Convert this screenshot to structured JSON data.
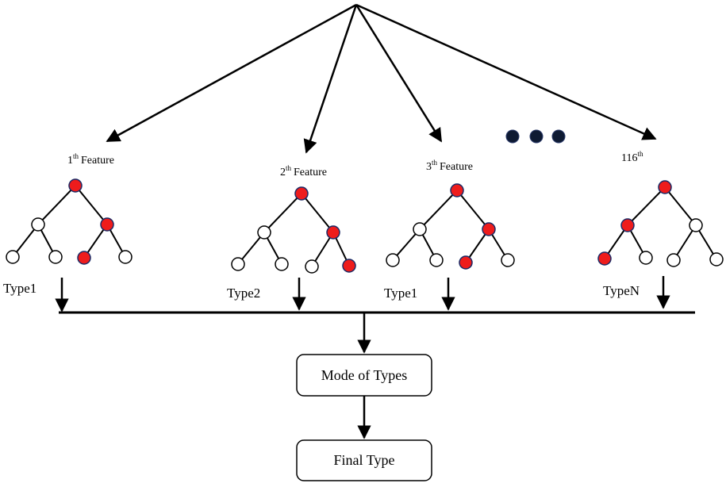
{
  "trees": [
    {
      "feature": {
        "num": "1",
        "sup": "th",
        "label": "Feature"
      },
      "type_label": "Type1",
      "nodes": [
        "red",
        "white",
        "red",
        "white",
        "white",
        "red",
        "white"
      ]
    },
    {
      "feature": {
        "num": "2",
        "sup": "th",
        "label": "Feature"
      },
      "type_label": "Type2",
      "nodes": [
        "red",
        "white",
        "red",
        "white",
        "white",
        "white",
        "red"
      ]
    },
    {
      "feature": {
        "num": "3",
        "sup": "th",
        "label": "Feature"
      },
      "type_label": "Type1",
      "nodes": [
        "red",
        "white",
        "red",
        "white",
        "white",
        "red",
        "white"
      ]
    },
    {
      "feature": {
        "num": "116",
        "sup": "th",
        "label": ""
      },
      "type_label": "TypeN",
      "nodes": [
        "red",
        "red",
        "white",
        "red",
        "white",
        "white",
        "white"
      ]
    }
  ],
  "ellipsis": "dots",
  "mode_box": "Mode of Types",
  "final_box": "Final Type",
  "colors": {
    "red": "#ee1c1c",
    "white": "#ffffff",
    "stroke": "#1a2a66",
    "dot": "#0e1a33"
  }
}
